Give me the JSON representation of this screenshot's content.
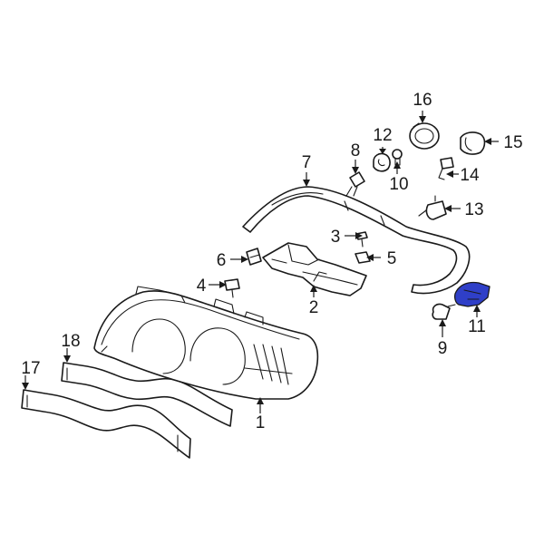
{
  "callouts": {
    "c1": "1",
    "c2": "2",
    "c3": "3",
    "c4": "4",
    "c5": "5",
    "c6": "6",
    "c7": "7",
    "c8": "8",
    "c9": "9",
    "c10": "10",
    "c11": "11",
    "c12": "12",
    "c13": "13",
    "c14": "14",
    "c15": "15",
    "c16": "16",
    "c17": "17",
    "c18": "18"
  },
  "colors": {
    "line": "#1a1a1a",
    "highlight": "#2f3fc8",
    "background": "#ffffff"
  }
}
